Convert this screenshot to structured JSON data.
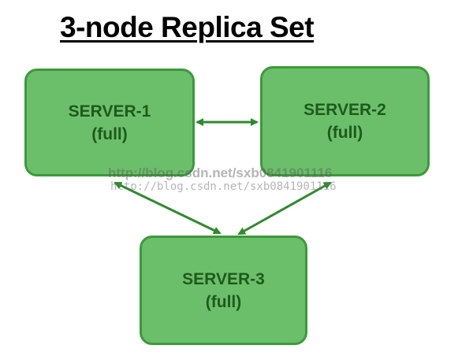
{
  "title": "3-node Replica Set",
  "nodes": [
    {
      "name": "SERVER-1",
      "role": "(full)"
    },
    {
      "name": "SERVER-2",
      "role": "(full)"
    },
    {
      "name": "SERVER-3",
      "role": "(full)"
    }
  ],
  "watermark": {
    "primary": "http://blog.csdn.net/sxb0841901116",
    "secondary": "http://blog.csdn.net/sxb0841901116"
  },
  "colors": {
    "node_fill": "#6cbf6a",
    "node_border": "#3c9a3a",
    "node_text": "#1e5a1d",
    "arrow": "#2f8a2c"
  },
  "connections": [
    {
      "from": "SERVER-1",
      "to": "SERVER-2",
      "direction": "both"
    },
    {
      "from": "SERVER-1",
      "to": "SERVER-3",
      "direction": "both"
    },
    {
      "from": "SERVER-2",
      "to": "SERVER-3",
      "direction": "both"
    }
  ]
}
